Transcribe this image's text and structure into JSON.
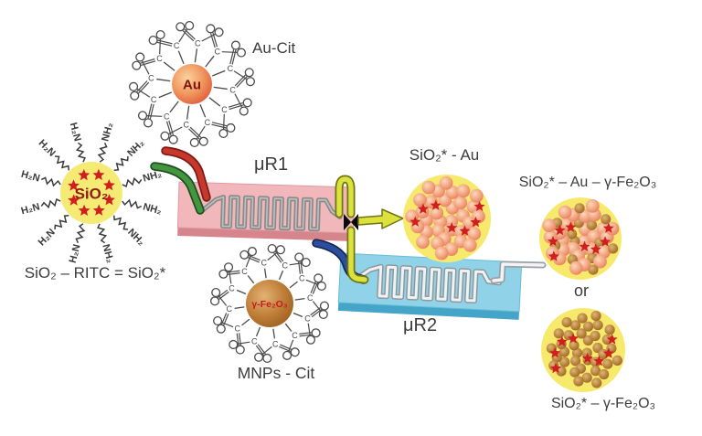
{
  "labels": {
    "au_cit": "Au-Cit",
    "mu_r1": "μR1",
    "mu_r2": "μR2",
    "sio2_ritc": "SiO₂ – RITC = SiO₂*",
    "mnps_cit": "MNPs - Cit",
    "product_au": "SiO₂* - Au",
    "product_au_fe": "SiO₂* – Au – γ-Fe₂O₃",
    "or_word": "or",
    "product_fe": "SiO₂* – γ-Fe₂O₃",
    "au_core": "Au",
    "sio2_core": "SiO₂",
    "fe_core": "γ-Fe₂O₃",
    "amine_left": "H₂N",
    "amine_right": "NH₂",
    "ligand_atom": "C"
  },
  "colors": {
    "chip_r1_top": "#f1b7bb",
    "chip_r1_front": "#d7858d",
    "chip_r1_stroke": "#dd9aa1",
    "chip_r2_top": "#90d3e8",
    "chip_r2_front": "#44a5c9",
    "chip_r2_stroke": "#67bcd7",
    "channel_r1": "#8a8a8a",
    "channel_r1_hi": "#c0c0c0",
    "channel_r2": "#8f979b",
    "channel_r2_hi": "#eef2f3",
    "tube_red": "#c8372c",
    "tube_red_dark": "#7a1d15",
    "tube_green": "#45953f",
    "tube_green_dark": "#1c4f20",
    "tube_blue": "#2c4da0",
    "tube_blue_dark": "#15284f",
    "tube_yellow": "#dce23d",
    "tube_yellow_dark": "#6f7514",
    "outlet_gray": "#9aa0a4",
    "outlet_gray_hi": "#f1f3f4",
    "valve": "#0a0a0a",
    "arrow_fill": "#dce23d",
    "arrow_stroke": "#6f7514",
    "ligand": "#4a4a4a",
    "amine": "#3a3a3a",
    "star": "#d11f1f",
    "cluster_bg": "#f7e96b",
    "sio2_fill": "#f5ea74",
    "au_core_text": "#7c150c",
    "sio2_core_text": "#8f1d12",
    "fe_core_text": "#c21d1d",
    "label_text": "#3c3c3c"
  },
  "figures": {
    "au_cit": {
      "ligand_count": 12,
      "core_radius": 22
    },
    "mnp_cit": {
      "ligand_count": 12,
      "core_radius": 26
    },
    "sio2": {
      "amine_count": 12,
      "star_count": 8,
      "core_radius": 34
    },
    "clusters": [
      {
        "name": "product-sio2-au",
        "mix": "au",
        "sphere_count": 34,
        "star_count": 7
      },
      {
        "name": "product-sio2-au-fe",
        "mix": "au_fe",
        "sphere_count": 40,
        "star_count": 8
      },
      {
        "name": "product-sio2-fe",
        "mix": "fe",
        "sphere_count": 38,
        "star_count": 8
      }
    ]
  }
}
